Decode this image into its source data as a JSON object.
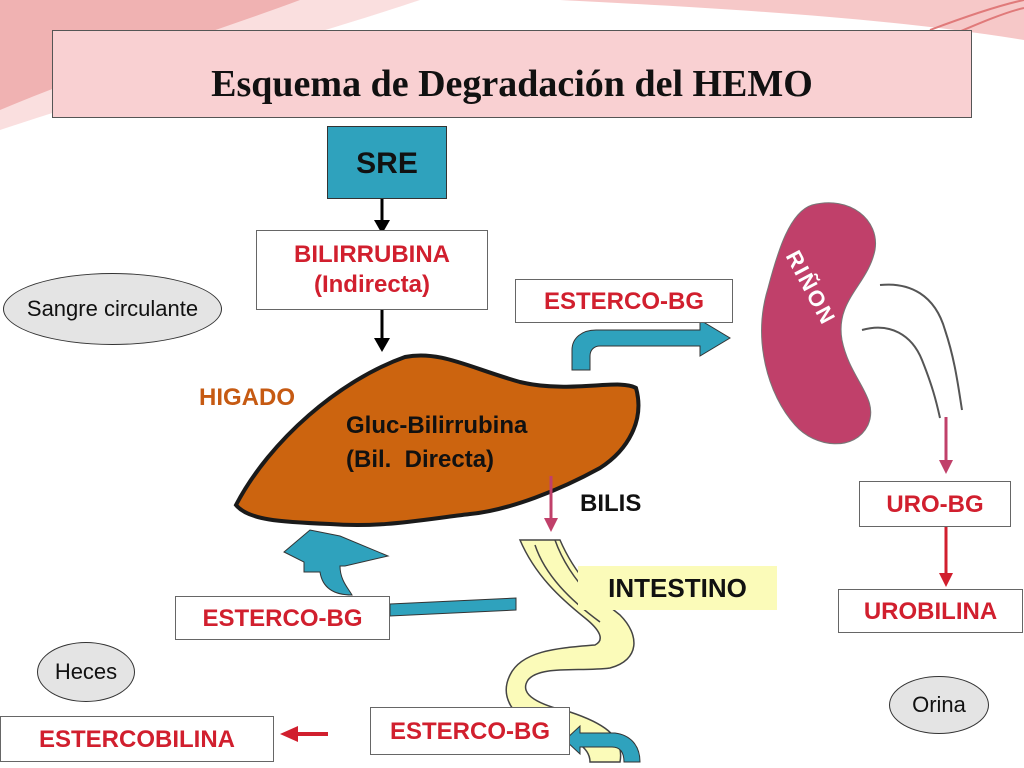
{
  "title": "Esquema de Degradación del HEMO",
  "nodes": {
    "sre": "SRE",
    "bilirrubina_line1": "BILIRRUBINA",
    "bilirrubina_line2": "(Indirecta)",
    "higado": "HIGADO",
    "gluc_line1": "Gluc-Bilirrubina",
    "gluc_line2": "(Bil.  Directa)",
    "bilis": "BILIS",
    "intestino": "INTESTINO",
    "esterco_bg_kidney": "ESTERCO-BG",
    "esterco_bg_liver": "ESTERCO-BG",
    "esterco_bg_intestine": "ESTERCO-BG",
    "estercobilina": "ESTERCOBILINA",
    "rinon": "RIÑON",
    "uro_bg": "URO-BG",
    "urobilina": "UROBILINA"
  },
  "ovals": {
    "sangre": "Sangre circulante",
    "heces": "Heces",
    "orina": "Orina"
  },
  "colors": {
    "title_bg": "#f9d0d2",
    "sre_bg": "#2fa2bd",
    "liver": "#cc640f",
    "kidney": "#c0406a",
    "intestine": "#fbfbb9",
    "label_red": "#d11f2e",
    "higado_label": "#c65a12",
    "arrow_blue": "#2fa2bd",
    "arrow_pink": "#c0406a"
  }
}
